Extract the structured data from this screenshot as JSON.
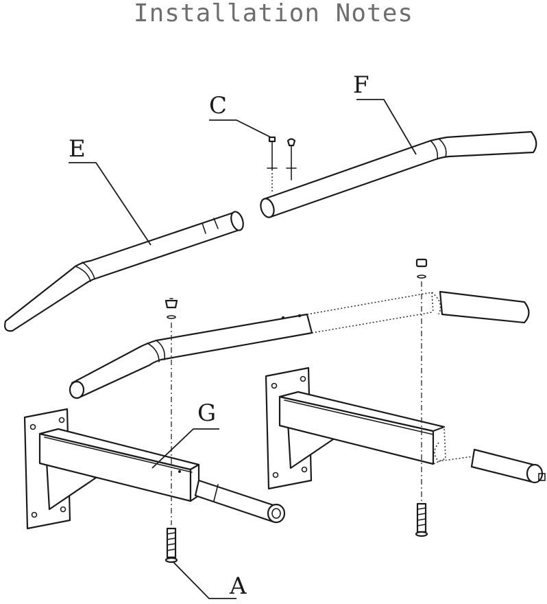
{
  "title": "Installation Notes",
  "labels": {
    "a": "A",
    "c": "C",
    "e": "E",
    "f": "F",
    "g": "G"
  },
  "colors": {
    "title": "#6e6e6e",
    "line": "#1a1a1a",
    "background": "#ffffff"
  }
}
